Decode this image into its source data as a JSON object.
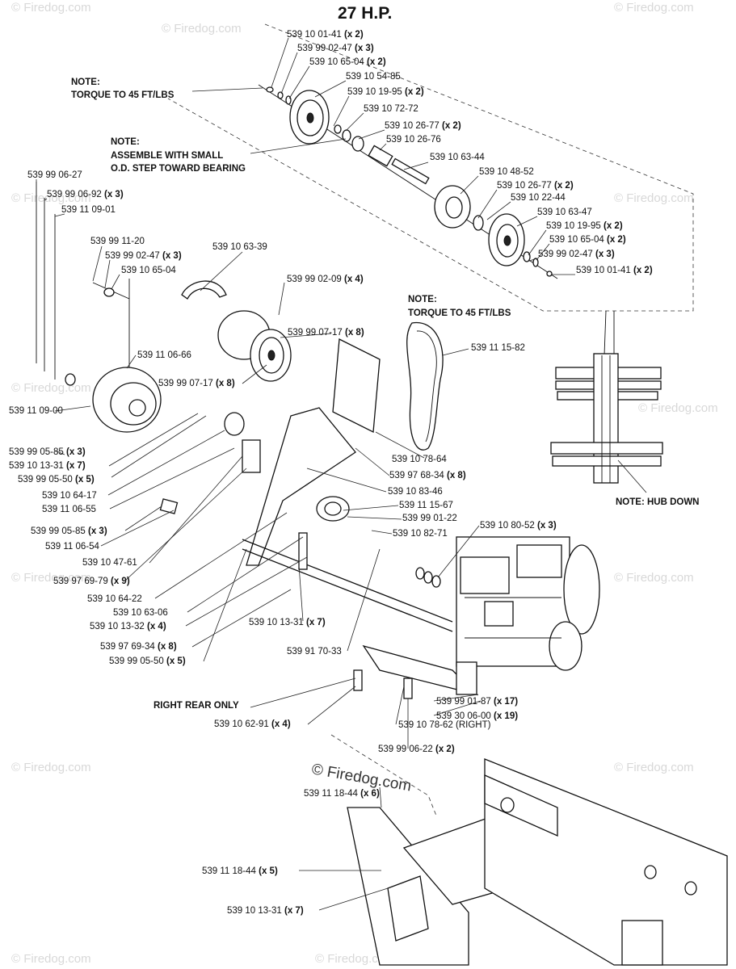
{
  "title": "27 H.P.",
  "notes": {
    "torque_top": [
      "NOTE:",
      "TORQUE TO 45 FT/LBS"
    ],
    "assemble": [
      "NOTE:",
      "ASSEMBLE WITH SMALL",
      "O.D. STEP TOWARD BEARING"
    ],
    "torque_mid": [
      "NOTE:",
      "TORQUE TO 45 FT/LBS"
    ],
    "hub_down": "NOTE: HUB DOWN",
    "right_rear": "RIGHT REAR ONLY"
  },
  "watermark": {
    "brand": "© Firedog.com",
    "center": "© Firedog.com"
  },
  "parts": [
    {
      "num": "539 10 01-41",
      "qty": "(x 2)"
    },
    {
      "num": "539 99 02-47",
      "qty": "(x 3)"
    },
    {
      "num": "539 10 65-04",
      "qty": "(x 2)"
    },
    {
      "num": "539 10 54-85",
      "qty": ""
    },
    {
      "num": "539 10 19-95",
      "qty": "(x 2)"
    },
    {
      "num": "539 10 72-72",
      "qty": ""
    },
    {
      "num": "539 10 26-77",
      "qty": "(x 2)"
    },
    {
      "num": "539 10 26-76",
      "qty": ""
    },
    {
      "num": "539 10 63-44",
      "qty": ""
    },
    {
      "num": "539 10 48-52",
      "qty": ""
    },
    {
      "num": "539 10 26-77",
      "qty": "(x 2)"
    },
    {
      "num": "539 10 22-44",
      "qty": ""
    },
    {
      "num": "539 10 63-47",
      "qty": ""
    },
    {
      "num": "539 10 19-95",
      "qty": "(x 2)"
    },
    {
      "num": "539 10 65-04",
      "qty": "(x 2)"
    },
    {
      "num": "539 99 02-47",
      "qty": "(x 3)"
    },
    {
      "num": "539 10 01-41",
      "qty": "(x 2)"
    },
    {
      "num": "539 99 06-27",
      "qty": ""
    },
    {
      "num": "539 99 06-92",
      "qty": "(x 3)"
    },
    {
      "num": "539 11 09-01",
      "qty": ""
    },
    {
      "num": "539 99 11-20",
      "qty": ""
    },
    {
      "num": "539 99 02-47",
      "qty": "(x 3)"
    },
    {
      "num": "539 10 65-04",
      "qty": ""
    },
    {
      "num": "539 10 63-39",
      "qty": ""
    },
    {
      "num": "539 99 02-09",
      "qty": "(x 4)"
    },
    {
      "num": "539 99 07-17",
      "qty": "(x 8)"
    },
    {
      "num": "539 11 15-82",
      "qty": ""
    },
    {
      "num": "539 11 06-66",
      "qty": ""
    },
    {
      "num": "539 99 07-17",
      "qty": "(x 8)"
    },
    {
      "num": "539 11 09-00",
      "qty": ""
    },
    {
      "num": "539 99 05-85",
      "qty": "(x 3)"
    },
    {
      "num": "539 10 13-31",
      "qty": "(x 7)"
    },
    {
      "num": "539 99 05-50",
      "qty": "(x 5)"
    },
    {
      "num": "539 10 64-17",
      "qty": ""
    },
    {
      "num": "539 11 06-55",
      "qty": ""
    },
    {
      "num": "539 10 78-64",
      "qty": ""
    },
    {
      "num": "539 97 68-34",
      "qty": "(x 8)"
    },
    {
      "num": "539 10 83-46",
      "qty": ""
    },
    {
      "num": "539 11 15-67",
      "qty": ""
    },
    {
      "num": "539 99 01-22",
      "qty": ""
    },
    {
      "num": "539 10 82-71",
      "qty": ""
    },
    {
      "num": "539 99 05-85",
      "qty": "(x 3)"
    },
    {
      "num": "539 11 06-54",
      "qty": ""
    },
    {
      "num": "539 10 47-61",
      "qty": ""
    },
    {
      "num": "539 97 69-79",
      "qty": "(x 9)"
    },
    {
      "num": "539 10 64-22",
      "qty": ""
    },
    {
      "num": "539 10 63-06",
      "qty": ""
    },
    {
      "num": "539 10 13-32",
      "qty": "(x 4)"
    },
    {
      "num": "539 10 13-31",
      "qty": "(x 7)"
    },
    {
      "num": "539 10 80-52",
      "qty": "(x 3)"
    },
    {
      "num": "539 97 69-34",
      "qty": "(x 8)"
    },
    {
      "num": "539 99 05-50",
      "qty": "(x 5)"
    },
    {
      "num": "539 91 70-33",
      "qty": ""
    },
    {
      "num": "539 99 01-87",
      "qty": "(x 17)"
    },
    {
      "num": "539 30 06-00",
      "qty": "(x 19)"
    },
    {
      "num": "539 10 62-91",
      "qty": "(x 4)"
    },
    {
      "num": "539 10 78-62",
      "qty": "(RIGHT)"
    },
    {
      "num": "539 99 06-22",
      "qty": "(x 2)"
    },
    {
      "num": "539 11 18-44",
      "qty": "(x 6)"
    },
    {
      "num": "539 11 18-44",
      "qty": "(x 5)"
    },
    {
      "num": "539 10 13-31",
      "qty": "(x 7)"
    }
  ]
}
